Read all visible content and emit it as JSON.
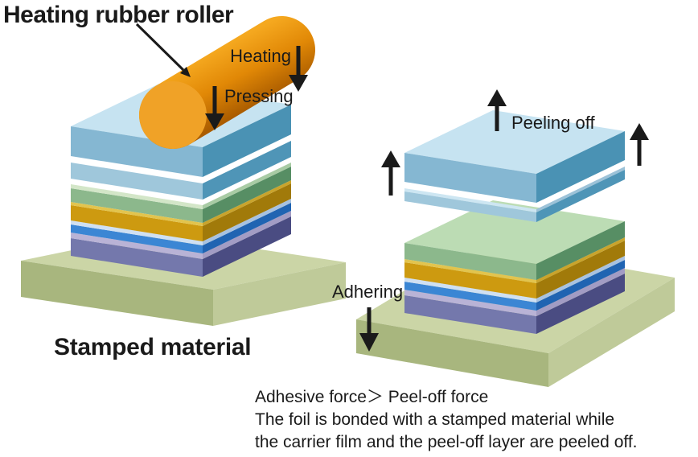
{
  "title": "Heating rubber roller",
  "left_diagram": {
    "heating_label": "Heating",
    "pressing_label": "Pressing",
    "stamped_material_label": "Stamped material"
  },
  "right_diagram": {
    "peeling_off_label": "Peeling off",
    "adhering_label": "Adhering"
  },
  "caption": {
    "line1": "Adhesive force＞ Peel-off force",
    "line2": "The foil is bonded with a stamped material while",
    "line3": "the carrier film and the peel-off layer are peeled off."
  },
  "colors": {
    "text": "#1a1a1a",
    "roller_light": "#f5a81f",
    "roller_mid": "#e18806",
    "roller_dark": "#aa5c00",
    "roller_end": "#f0a227",
    "carrier_top": "#c6e3f1",
    "carrier_front": "#85b7d2",
    "carrier_side": "#4a92b4",
    "film2_front": "#9fc7db",
    "film2_side": "#4f95b7",
    "film2_sliver_front": "#cde6f2",
    "film2_sliver_side": "#9cc2d8",
    "green_top": "#bcdcb4",
    "green_front": "#8cb88c",
    "green_side": "#578e64",
    "green_sliver_front": "#d3e6c8",
    "green_sliver_side": "#a8cba4",
    "gold_sliver_front": "#e2c44e",
    "gold_sliver_side": "#c9a42c",
    "gold_front": "#cd9a10",
    "gold_side": "#a17a0a",
    "pale_sliver_front": "#cfe0f2",
    "pale_sliver_side": "#a8c2e0",
    "blue_front": "#3b86d4",
    "blue_side": "#2064b2",
    "lav_sliver_front": "#b9b3d6",
    "lav_sliver_side": "#a29cc4",
    "purple_front": "#7478ac",
    "purple_side": "#4a4c82",
    "base_top": "#cbd5a6",
    "base_front": "#a8b67e",
    "base_side": "#bfca99"
  }
}
